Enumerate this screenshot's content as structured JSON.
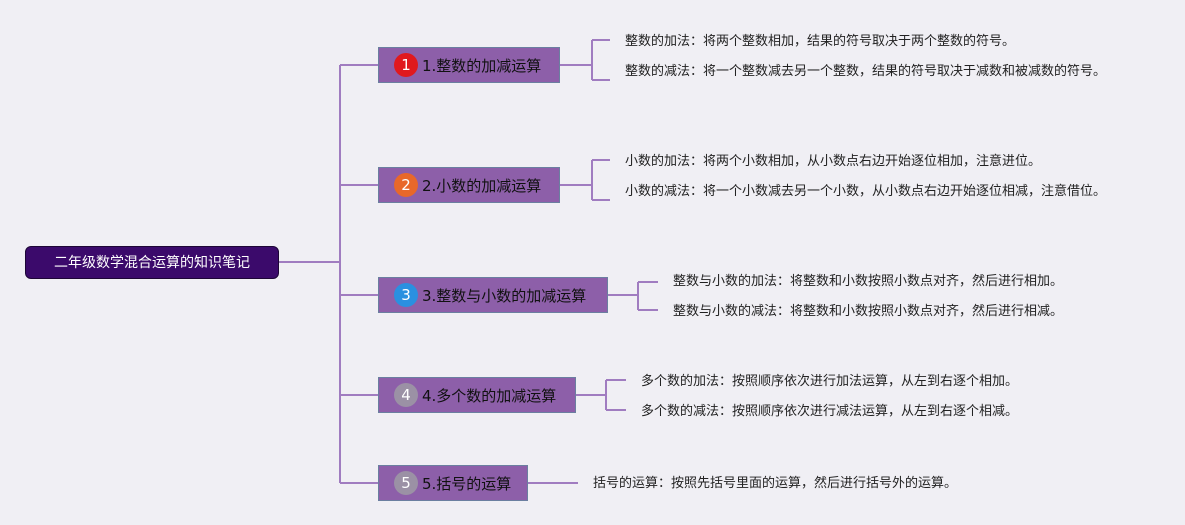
{
  "root": {
    "label": "二年级数学混合运算的知识笔记"
  },
  "branches": [
    {
      "number": "1",
      "label": "1.整数的加减运算",
      "color": "#e0191e",
      "leaves": [
        "整数的加法：将两个整数相加，结果的符号取决于两个整数的符号。",
        "整数的减法：将一个整数减去另一个整数，结果的符号取决于减数和被减数的符号。"
      ]
    },
    {
      "number": "2",
      "label": "2.小数的加减运算",
      "color": "#e8682a",
      "leaves": [
        "小数的加法：将两个小数相加，从小数点右边开始逐位相加，注意进位。",
        "小数的减法：将一个小数减去另一个小数，从小数点右边开始逐位相减，注意借位。"
      ]
    },
    {
      "number": "3",
      "label": "3.整数与小数的加减运算",
      "color": "#2a90e0",
      "leaves": [
        "整数与小数的加法：将整数和小数按照小数点对齐，然后进行相加。",
        "整数与小数的减法：将整数和小数按照小数点对齐，然后进行相减。"
      ]
    },
    {
      "number": "4",
      "label": "4.多个数的加减运算",
      "color": "#9b91a5",
      "leaves": [
        "多个数的加法：按照顺序依次进行加法运算，从左到右逐个相加。",
        "多个数的减法：按照顺序依次进行减法运算，从左到右逐个相减。"
      ]
    },
    {
      "number": "5",
      "label": "5.括号的运算",
      "color": "#9b91a5",
      "leaves": [
        "括号的运算：按照先括号里面的运算，然后进行括号外的运算。"
      ]
    }
  ]
}
